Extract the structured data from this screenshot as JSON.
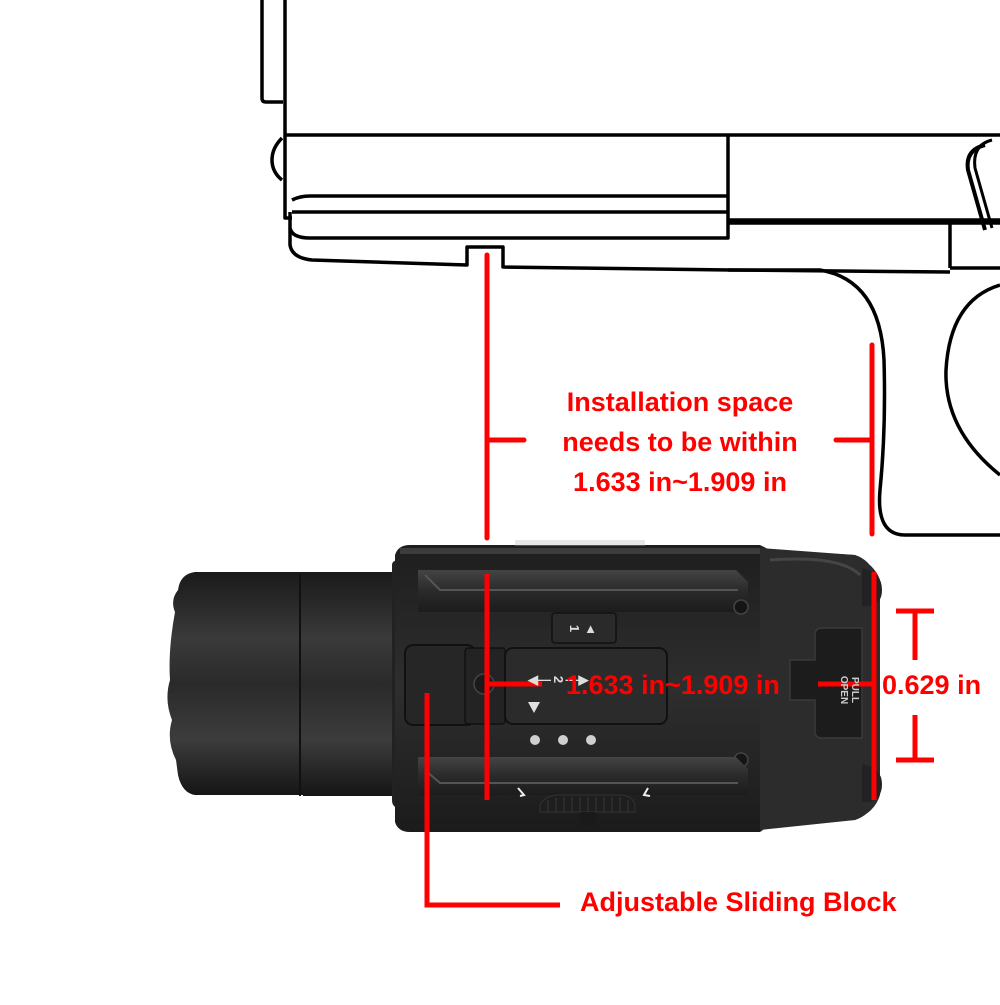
{
  "diagram": {
    "subject": "Weapon light rail installation diagram",
    "colors": {
      "annotation": "#ff0000",
      "outline": "#000000",
      "light_body": "#2b2b2b",
      "background": "#ffffff"
    },
    "annotations": {
      "installation_space": {
        "line1": "Installation space",
        "line2": "needs to be within",
        "line3": "1.633 in~1.909 in"
      },
      "rail_range": "1.633 in~1.909 in",
      "height": "0.629 in",
      "sliding_block": "Adjustable Sliding Block"
    },
    "device_markings": {
      "mode_1_label": "1",
      "mode_2_label": "2",
      "door_label_line1": "PULL",
      "door_label_line2": "OPEN"
    }
  }
}
